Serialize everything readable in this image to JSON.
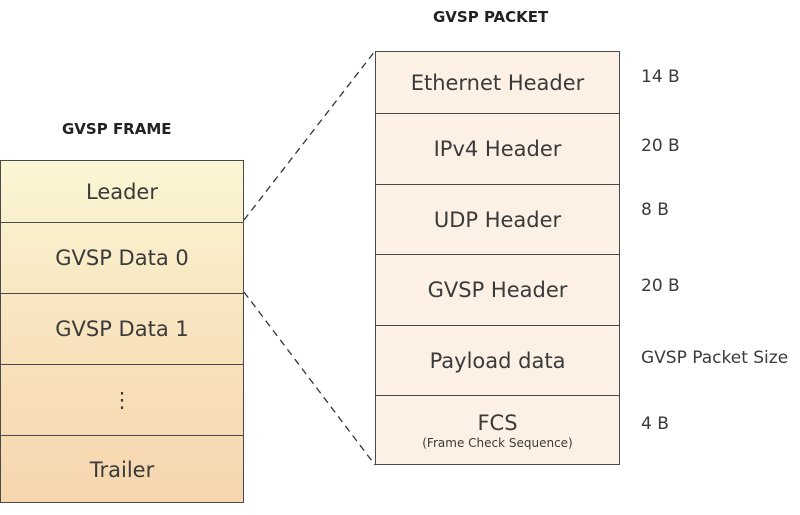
{
  "frame": {
    "title": "GVSP FRAME",
    "cells": [
      "Leader",
      "GVSP Data 0",
      "GVSP Data 1",
      "⋮",
      "Trailer"
    ]
  },
  "packet": {
    "title": "GVSP PACKET",
    "cells": [
      {
        "label": "Ethernet Header",
        "size": "14 B"
      },
      {
        "label": "IPv4 Header",
        "size": "20 B"
      },
      {
        "label": "UDP Header",
        "size": "8 B"
      },
      {
        "label": "GVSP Header",
        "size": "20 B"
      },
      {
        "label": "Payload data",
        "size": "GVSP Packet Size"
      },
      {
        "label": "FCS",
        "sublabel": "(Frame Check Sequence)",
        "size": "4 B"
      }
    ]
  },
  "colors": {
    "frame_top": "#fbf6d4",
    "frame_bottom": "#f6d6ae",
    "packet_fill": "#fdf1e5",
    "border": "#4a4a4a"
  }
}
